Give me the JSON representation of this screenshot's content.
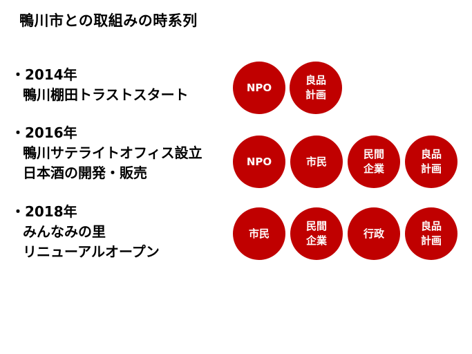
{
  "title": "鴨川市との取組みの時系列",
  "colors": {
    "circle": "#c00000",
    "circle_text": "#ffffff"
  },
  "entries": [
    {
      "year": "・2014年",
      "items": [
        "鴨川棚田トラストスタート"
      ],
      "partners": [
        "NPO",
        "良品\n計画"
      ]
    },
    {
      "year": "・2016年",
      "items": [
        "鴨川サテライトオフィス設立",
        "日本酒の開発・販売"
      ],
      "partners": [
        "NPO",
        "市民",
        "民間\n企業",
        "良品\n計画"
      ]
    },
    {
      "year": "・2018年",
      "items": [
        "みんなみの里",
        "リニューアルオープン"
      ],
      "partners": [
        "市民",
        "民間\n企業",
        "行政",
        "良品\n計画"
      ]
    }
  ]
}
